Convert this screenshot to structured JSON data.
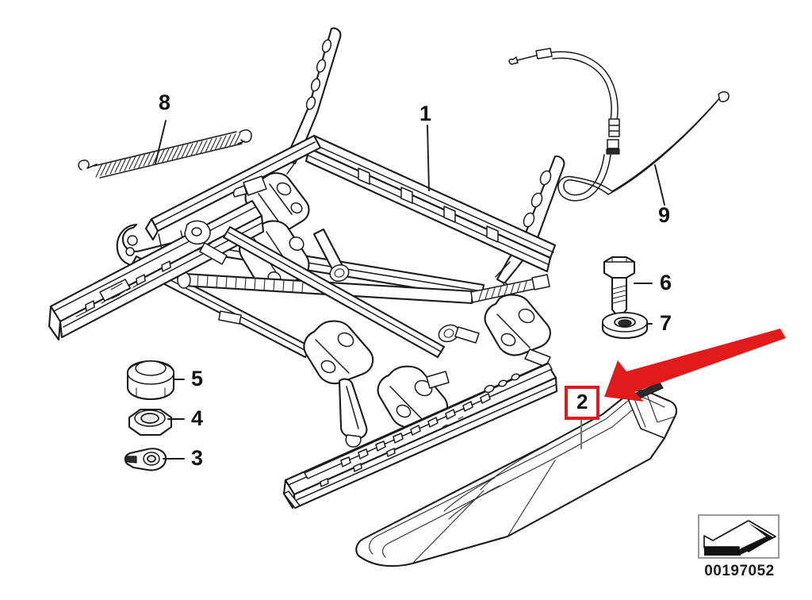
{
  "diagram": {
    "title": "Seat rail / seat mechanism exploded parts diagram",
    "part_number": "00197052",
    "background_color": "#FFFFFF",
    "line_color": "#1A1A1A",
    "highlight_color": "#E11B1B",
    "highlighted_item": "2"
  },
  "callouts": [
    {
      "id": "1",
      "label": "1",
      "name": "seat-frame-mechanism",
      "highlighted": false
    },
    {
      "id": "2",
      "label": "2",
      "name": "seat-rail-trim-cover",
      "highlighted": true
    },
    {
      "id": "3",
      "label": "3",
      "name": "retaining-clip",
      "highlighted": false
    },
    {
      "id": "4",
      "label": "4",
      "name": "hex-nut",
      "highlighted": false
    },
    {
      "id": "5",
      "label": "5",
      "name": "rubber-buffer-stop",
      "highlighted": false
    },
    {
      "id": "6",
      "label": "6",
      "name": "hex-bolt",
      "highlighted": false
    },
    {
      "id": "7",
      "label": "7",
      "name": "washer",
      "highlighted": false
    },
    {
      "id": "8",
      "label": "8",
      "name": "tension-spring",
      "highlighted": false
    },
    {
      "id": "9",
      "label": "9",
      "name": "bowden-cable",
      "highlighted": false
    }
  ],
  "legend": {
    "part_number": "00197052",
    "icon": "arrow-plate-icon"
  }
}
